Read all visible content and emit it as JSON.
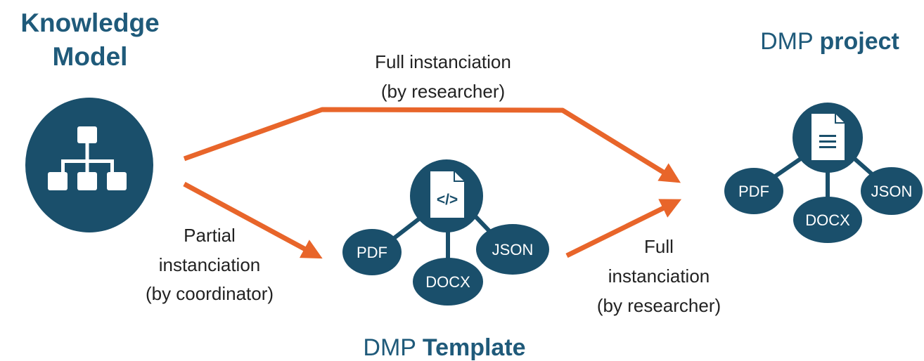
{
  "colors": {
    "node": "#1a4f6b",
    "title": "#1f5a7a",
    "arrow": "#e8652a",
    "text": "#222222"
  },
  "knowledge_model": {
    "title_line1": "Knowledge",
    "title_line2": "Model",
    "icon": "hierarchy-icon"
  },
  "dmp_project": {
    "title_prefix": "DMP",
    "title_bold": "project",
    "icon": "document-icon",
    "formats": [
      "PDF",
      "DOCX",
      "JSON"
    ]
  },
  "dmp_template": {
    "title_prefix": "DMP",
    "title_bold": "Template",
    "icon": "code-file-icon",
    "formats": [
      "PDF",
      "DOCX",
      "JSON"
    ]
  },
  "arrows": {
    "top": {
      "line1": "Full instanciation",
      "line2": "(by researcher)"
    },
    "partial": {
      "line1": "Partial",
      "line2": "instanciation",
      "line3": "(by coordinator)"
    },
    "bottom": {
      "line1": "Full",
      "line2": "instanciation",
      "line3": "(by researcher)"
    }
  }
}
